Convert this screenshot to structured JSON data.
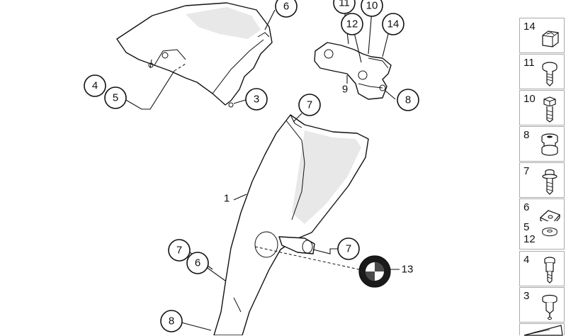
{
  "diagram": {
    "callouts": {
      "c6_top": "6",
      "c11": "11",
      "c10": "10",
      "c12": "12",
      "c14": "14",
      "c4": "4",
      "c5": "5",
      "c3": "3",
      "c9": "9",
      "c8_bracket": "8",
      "c7_top": "7",
      "c1": "1",
      "c7_left": "7",
      "c6_left": "6",
      "c7_right": "7",
      "c13": "13",
      "c8_bottom": "8"
    }
  },
  "legend": {
    "items": [
      {
        "numbers": "14",
        "icon": "rubber-cap-icon"
      },
      {
        "numbers": "11",
        "icon": "oval-head-screw-icon"
      },
      {
        "numbers": "10",
        "icon": "hex-bolt-icon"
      },
      {
        "numbers": "8",
        "icon": "rubber-grommet-icon"
      },
      {
        "numbers": "7",
        "icon": "flange-screw-icon"
      },
      {
        "numbers": "6",
        "icon": "clip-nut-icon"
      },
      {
        "numbers": "5\n12",
        "icon": "washer-icon"
      },
      {
        "numbers": "4",
        "icon": "collar-screw-icon"
      },
      {
        "numbers": "3",
        "icon": "expanding-rivet-icon"
      },
      {
        "numbers": "",
        "icon": "wedge-icon"
      }
    ]
  }
}
